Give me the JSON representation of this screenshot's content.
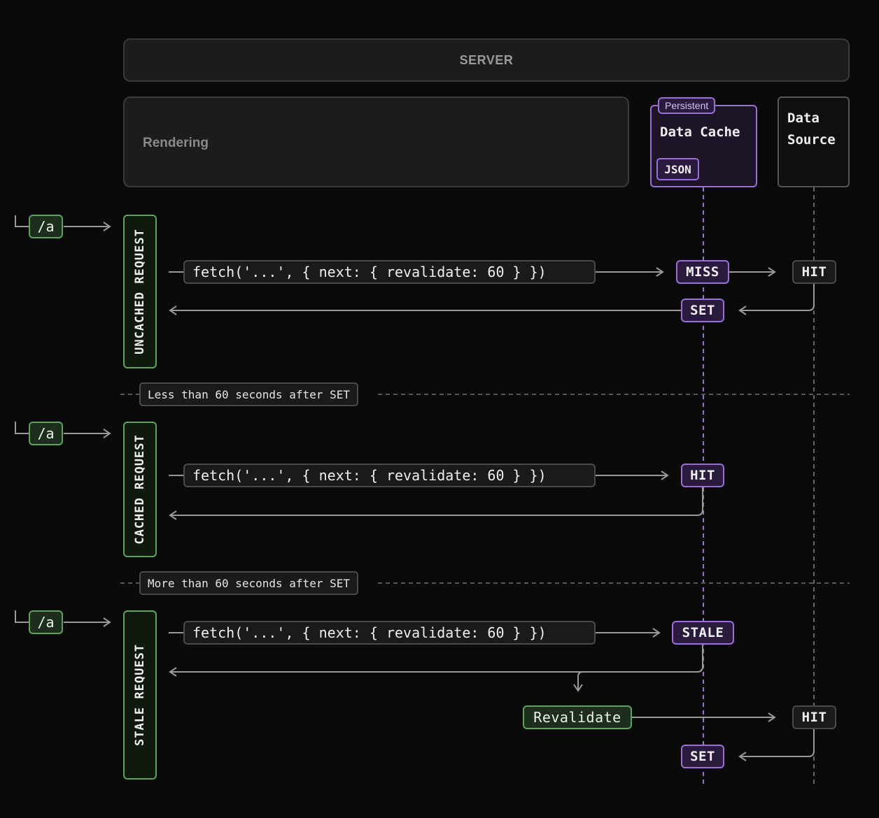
{
  "header": {
    "server_label": "SERVER"
  },
  "columns": {
    "rendering_label": "Rendering",
    "data_cache_label": "Data Cache",
    "persistent_tag": "Persistent",
    "json_tag": "JSON",
    "data_source_line1": "Data",
    "data_source_line2": "Source"
  },
  "colors": {
    "background": "#0a0a0a",
    "request_green": "#5ea25e",
    "cache_purple": "#9a6fd6",
    "neutral_border": "#4a4a4a"
  },
  "dividers": [
    {
      "label": "Less than 60 seconds after SET"
    },
    {
      "label": "More than 60 seconds after SET"
    }
  ],
  "requests": [
    {
      "label": "UNCACHED REQUEST",
      "route": "/a",
      "fetch": "fetch('...', { next: { revalidate: 60 } })",
      "cache_status": "MISS",
      "source_status": "HIT",
      "cache_write": "SET"
    },
    {
      "label": "CACHED REQUEST",
      "route": "/a",
      "fetch": "fetch('...', { next: { revalidate: 60 } })",
      "cache_status": "HIT"
    },
    {
      "label": "STALE REQUEST",
      "route": "/a",
      "fetch": "fetch('...', { next: { revalidate: 60 } })",
      "cache_status": "STALE",
      "revalidate_label": "Revalidate",
      "source_status": "HIT",
      "cache_write": "SET"
    }
  ]
}
